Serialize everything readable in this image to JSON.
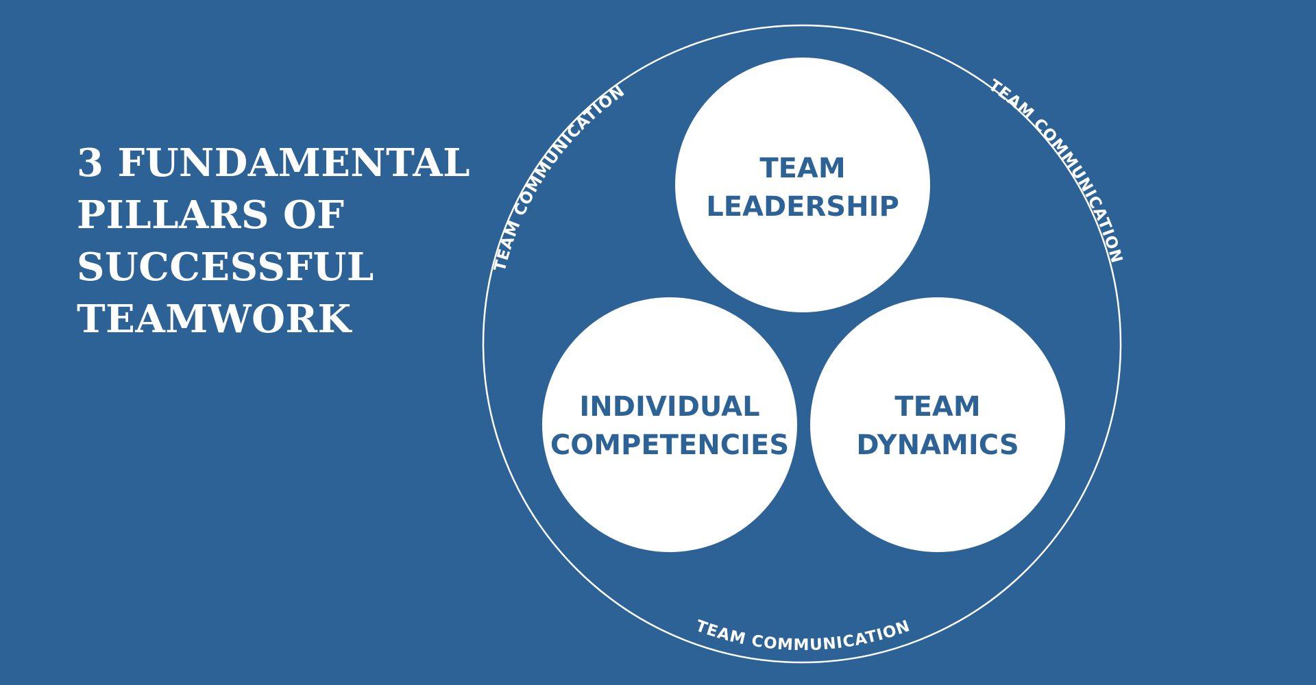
{
  "colors": {
    "background": "#2d6296",
    "circle_fill": "#ffffff",
    "ring_stroke": "#ffffff",
    "pillar_text": "#2d6296"
  },
  "headline": {
    "lines": [
      "3 FUNDAMENTAL",
      "PILLARS OF",
      "SUCCESSFUL",
      "TEAMWORK"
    ]
  },
  "ring": {
    "labels": [
      "TEAM COMMUNICATION",
      "TEAM COMMUNICATION",
      "TEAM COMMUNICATION"
    ]
  },
  "pillars": [
    {
      "name": "team-leadership",
      "lines": [
        "TEAM",
        "LEADERSHIP"
      ]
    },
    {
      "name": "individual-competencies",
      "lines": [
        "INDIVIDUAL",
        "COMPETENCIES"
      ]
    },
    {
      "name": "team-dynamics",
      "lines": [
        "TEAM",
        "DYNAMICS"
      ]
    }
  ]
}
